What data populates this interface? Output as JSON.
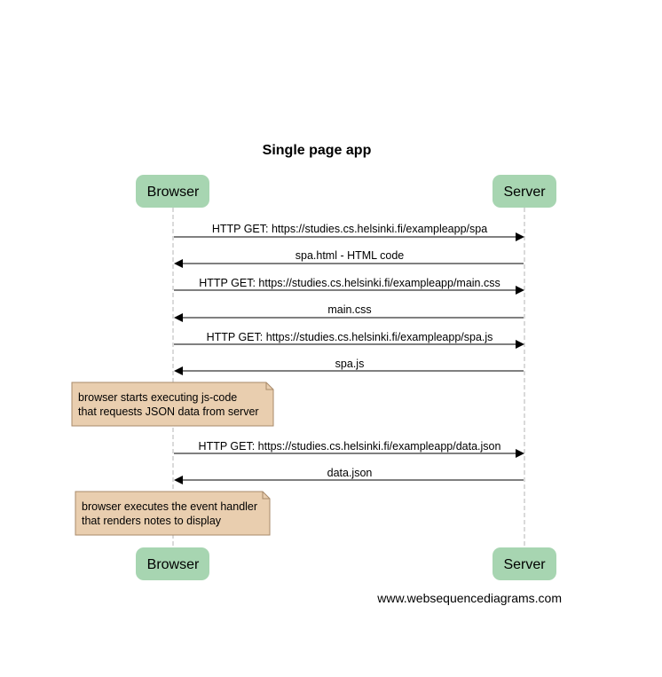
{
  "diagram": {
    "title": "Single page app",
    "actors": {
      "browser": "Browser",
      "server": "Server"
    },
    "messages": [
      {
        "from": "browser",
        "to": "server",
        "label": "HTTP GET:  https://studies.cs.helsinki.fi/exampleapp/spa"
      },
      {
        "from": "server",
        "to": "browser",
        "label": "spa.html - HTML code"
      },
      {
        "from": "browser",
        "to": "server",
        "label": "HTTP GET:  https://studies.cs.helsinki.fi/exampleapp/main.css"
      },
      {
        "from": "server",
        "to": "browser",
        "label": "main.css"
      },
      {
        "from": "browser",
        "to": "server",
        "label": "HTTP GET:  https://studies.cs.helsinki.fi/exampleapp/spa.js"
      },
      {
        "from": "server",
        "to": "browser",
        "label": "spa.js"
      },
      {
        "from": "browser",
        "to": "server",
        "label": "HTTP GET: https://studies.cs.helsinki.fi/exampleapp/data.json"
      },
      {
        "from": "server",
        "to": "browser",
        "label": "data.json"
      }
    ],
    "notes": [
      {
        "lines": [
          "browser starts executing js-code",
          "that requests JSON data from server"
        ]
      },
      {
        "lines": [
          "browser executes the event handler",
          "that renders notes to display"
        ]
      }
    ],
    "footer": "www.websequencediagrams.com",
    "colors": {
      "actor_fill": "#a7d5b1",
      "note_fill": "#e9ceaf",
      "note_stroke": "#a88a6a",
      "lifeline": "#b5b5b5",
      "arrow": "#000000"
    }
  }
}
